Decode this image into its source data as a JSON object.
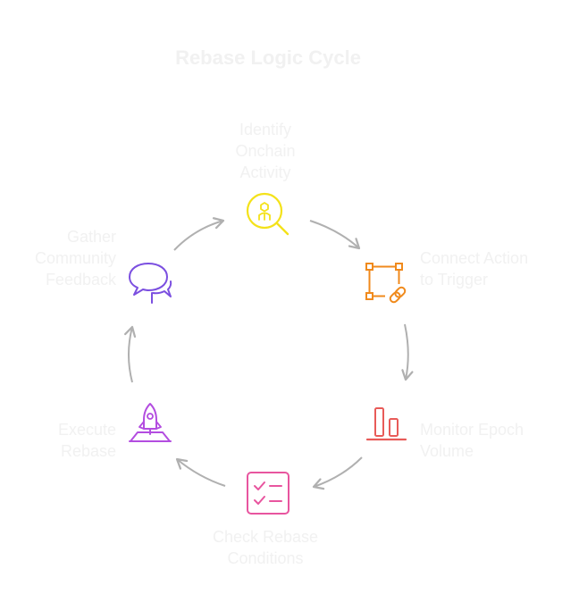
{
  "diagram": {
    "title": "Rebase Logic Cycle",
    "steps": [
      {
        "id": "identify",
        "label": "Identify\nOnchain\nActivity",
        "icon": "search-icon",
        "color": "#f4e21a"
      },
      {
        "id": "connect",
        "label": "Connect Action\nto Trigger",
        "icon": "link-icon",
        "color": "#f08a1c"
      },
      {
        "id": "monitor",
        "label": "Monitor Epoch\nVolume",
        "icon": "bar-chart-icon",
        "color": "#e85b58"
      },
      {
        "id": "check",
        "label": "Check Rebase\nConditions",
        "icon": "checklist-icon",
        "color": "#e8559f"
      },
      {
        "id": "execute",
        "label": "Execute\nRebase",
        "icon": "rocket-icon",
        "color": "#b34de0"
      },
      {
        "id": "gather",
        "label": "Gather\nCommunity\nFeedback",
        "icon": "chat-bubbles-icon",
        "color": "#7b4fe0"
      }
    ],
    "arrow_color": "#b0b0b0"
  }
}
